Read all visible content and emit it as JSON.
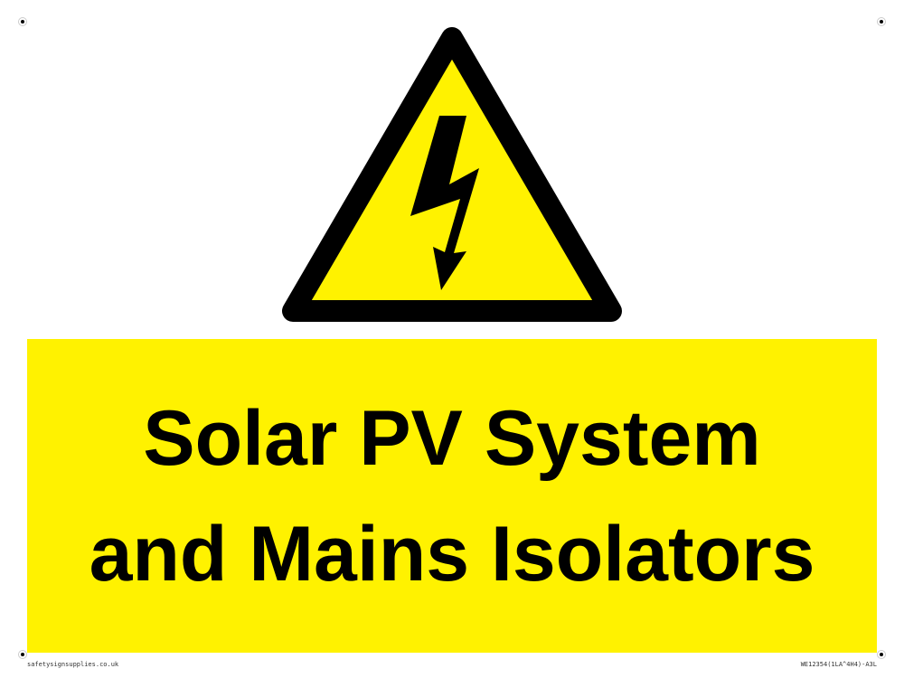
{
  "sign": {
    "symbol": "electrical-hazard-warning-triangle",
    "lines": [
      "Solar PV System",
      "and Mains Isolators"
    ],
    "colors": {
      "yellow": "#fff200",
      "black": "#000000"
    }
  },
  "footer": {
    "website": "safetysignsupplies.co.uk",
    "code": "WE12354(1LA^4H4)-A3L"
  }
}
